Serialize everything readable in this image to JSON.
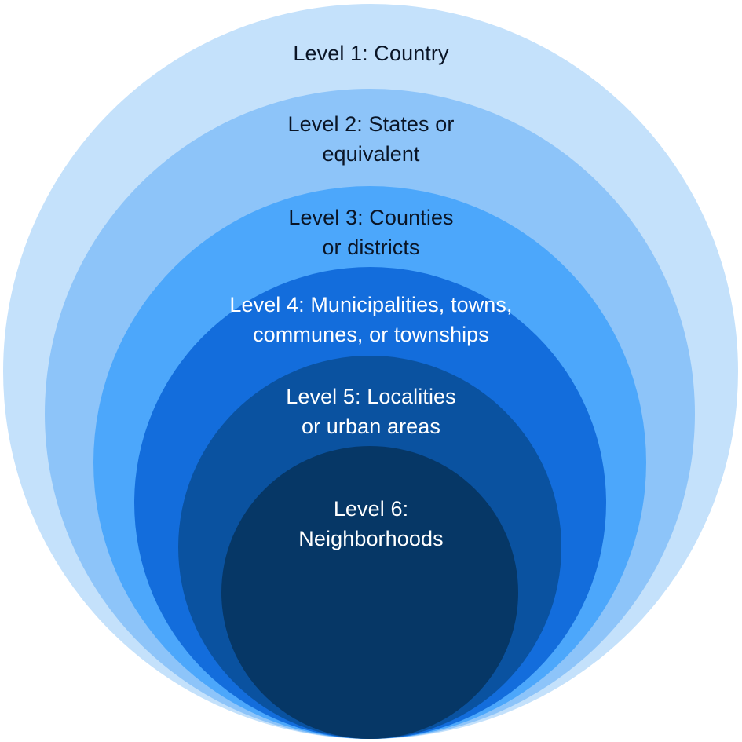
{
  "diagram": {
    "type": "nested-circles",
    "levels": [
      {
        "level": 1,
        "line1": "Level 1: Country",
        "line2": "",
        "color": "#C4E1FB",
        "text_color": "#0A1526"
      },
      {
        "level": 2,
        "line1": "Level 2: States or",
        "line2": "equivalent",
        "color": "#8DC4F9",
        "text_color": "#0A1526"
      },
      {
        "level": 3,
        "line1": "Level 3: Counties",
        "line2": "or districts",
        "color": "#4CA7FB",
        "text_color": "#0A1526"
      },
      {
        "level": 4,
        "line1": "Level 4: Municipalities, towns,",
        "line2": "communes, or townships",
        "color": "#136DDC",
        "text_color": "#FFFFFF"
      },
      {
        "level": 5,
        "line1": "Level 5: Localities",
        "line2": "or urban areas",
        "color": "#0A52A0",
        "text_color": "#FFFFFF"
      },
      {
        "level": 6,
        "line1": "Level 6:",
        "line2": "Neighborhoods",
        "color": "#063766",
        "text_color": "#FFFFFF"
      }
    ]
  }
}
